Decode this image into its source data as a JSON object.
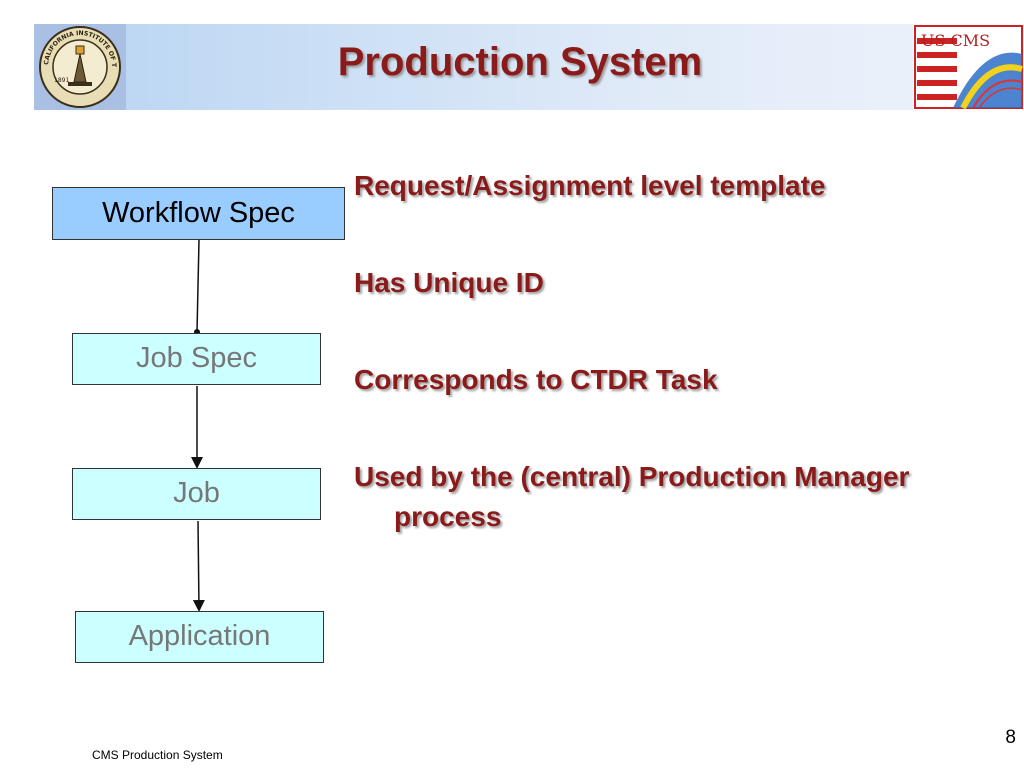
{
  "slide": {
    "title": "Production System",
    "number": "8",
    "footer": "CMS Production System"
  },
  "logos": {
    "left": {
      "icon": "caltech-seal-icon",
      "text": "CALIFORNIA INSTITUTE OF TECHNOLOGY",
      "year": "1891"
    },
    "right": {
      "icon": "uscms-logo-icon",
      "text": "US CMS"
    }
  },
  "diagram": {
    "nodes": [
      {
        "id": "workflow-spec",
        "label": "Workflow Spec"
      },
      {
        "id": "job-spec",
        "label": "Job Spec"
      },
      {
        "id": "job",
        "label": "Job"
      },
      {
        "id": "application",
        "label": "Application"
      }
    ]
  },
  "bullets": [
    "Request/Assignment level template",
    "Has Unique ID",
    "Corresponds to CTDR Task",
    "Used by the (central) Production Manager process"
  ],
  "colors": {
    "title": "#8b1a1a",
    "workflow_box": "#99ccff",
    "sub_boxes": "#ccffff"
  }
}
